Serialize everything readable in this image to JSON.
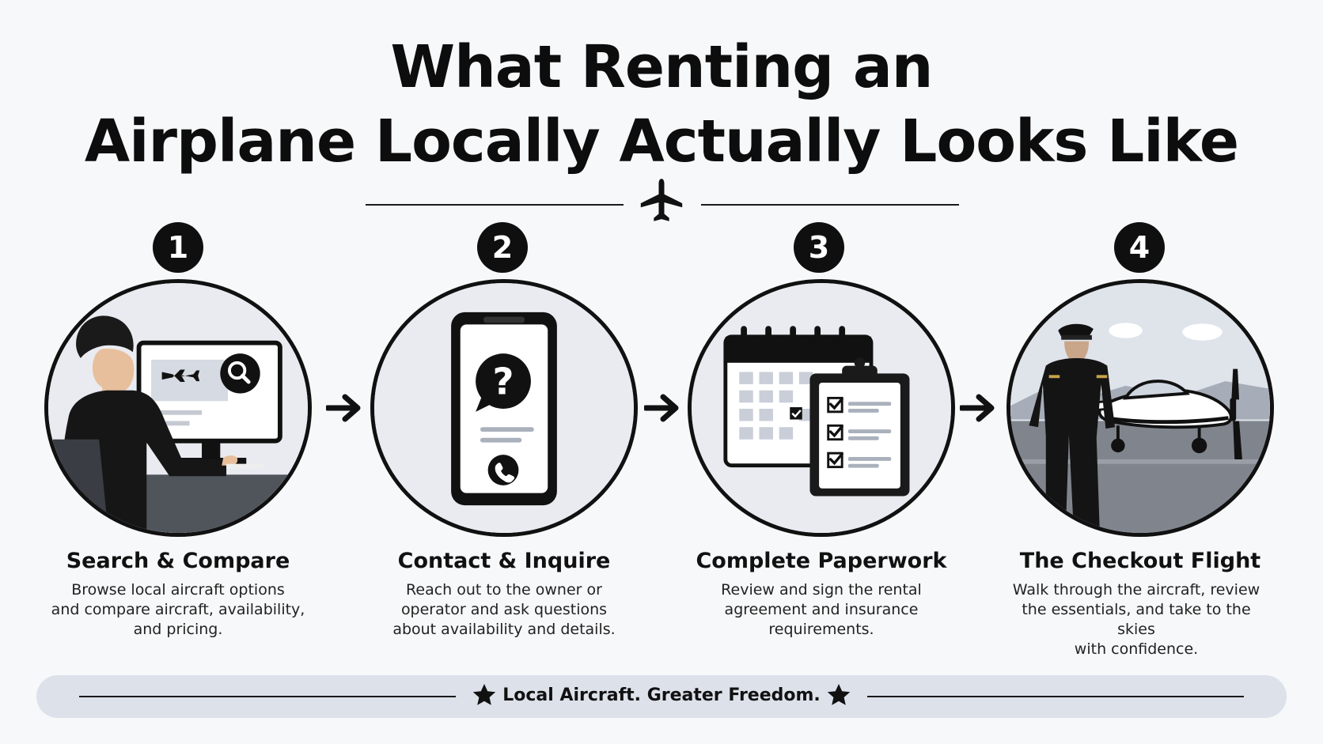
{
  "title": {
    "line1": "What Renting an",
    "line2": "Airplane Locally Actually Looks Like"
  },
  "icons": {
    "header": "airplane-icon",
    "step1": [
      "person-at-computer-icon",
      "airplane-icon",
      "search-icon"
    ],
    "step2": [
      "smartphone-icon",
      "question-mark-icon",
      "phone-icon"
    ],
    "step3": [
      "calendar-icon",
      "clipboard-checklist-icon"
    ],
    "step4": [
      "pilot-icon",
      "propeller-airplane-icon"
    ],
    "connector": "arrow-right-icon",
    "footer": "star-icon"
  },
  "steps": [
    {
      "number": "1",
      "title": "Search & Compare",
      "description": [
        "Browse local aircraft options",
        "and compare aircraft, availability,",
        "and pricing."
      ]
    },
    {
      "number": "2",
      "title": "Contact & Inquire",
      "description": [
        "Reach out to the owner or",
        "operator and ask questions",
        "about availability and details."
      ]
    },
    {
      "number": "3",
      "title": "Complete Paperwork",
      "description": [
        "Review and sign the rental",
        "agreement and insurance",
        "requirements."
      ]
    },
    {
      "number": "4",
      "title": "The Checkout Flight",
      "description": [
        "Walk through the aircraft, review",
        "the essentials, and take to the skies",
        "with confidence."
      ]
    }
  ],
  "footer": {
    "tagline": "Local Aircraft. Greater Freedom."
  }
}
